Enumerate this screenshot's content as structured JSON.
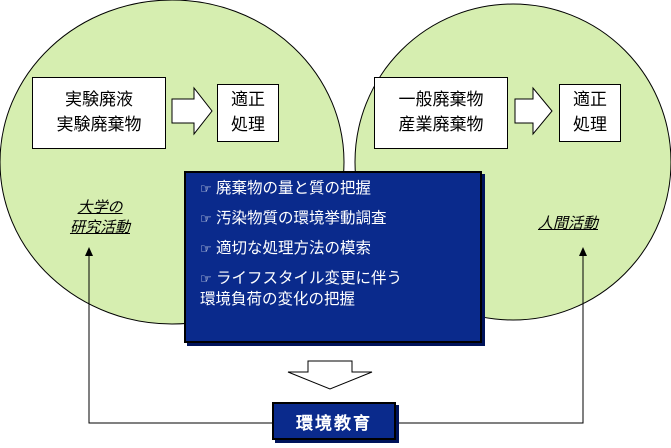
{
  "left_circle": {
    "input_lines": [
      "実験廃液",
      "実験廃棄物"
    ],
    "output_lines": [
      "適正",
      "処理"
    ],
    "label_lines": [
      "大学の",
      "研究活動"
    ]
  },
  "right_circle": {
    "input_lines": [
      "一般廃棄物",
      "産業廃棄物"
    ],
    "output_lines": [
      "適正",
      "処理"
    ],
    "label_lines": [
      "人間活動"
    ]
  },
  "center": {
    "bullet_icon": "pointing-hand-icon",
    "items": [
      {
        "line1": "廃棄物の量と質の把握",
        "line2": ""
      },
      {
        "line1": "汚染物質の環境挙動調査",
        "line2": ""
      },
      {
        "line1": "適切な処理方法の模索",
        "line2": ""
      },
      {
        "line1": "ライフスタイル変更に伴う",
        "line2": "環境負荷の変化の把握"
      }
    ]
  },
  "education": {
    "label": "環境教育"
  },
  "colors": {
    "circle_fill": "#d6eeb0",
    "panel_fill": "#0a2a8c",
    "text_light": "#ffffff",
    "line": "#000000"
  }
}
